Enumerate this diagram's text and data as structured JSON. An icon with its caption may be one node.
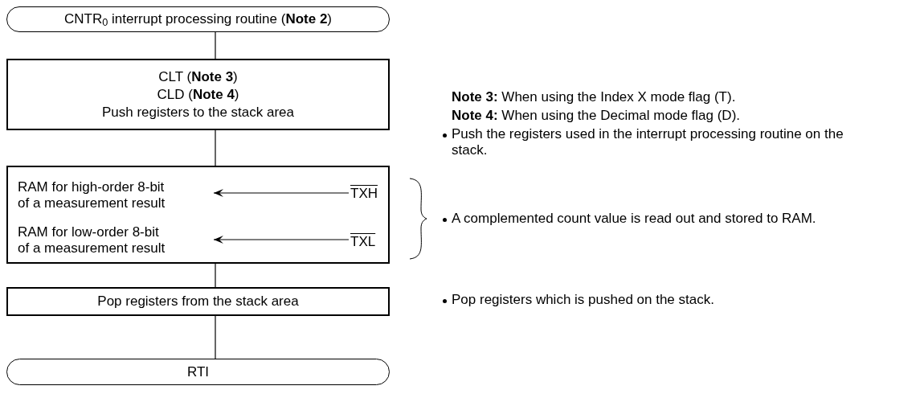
{
  "diagram": {
    "nodes": [
      {
        "text": [
          "CNTR$_{0}$ interrupt processing routine (**Note 2**)"
        ]
      },
      {
        "text": [
          "CLT (**Note 3**)",
          "CLD (**Note 4**)",
          "Push registers to the stack area"
        ]
      },
      {
        "text": [],
        "shape": "box"
      },
      {
        "text": [
          "RAM for high-order 8-bit of a measurement result"
        ],
        "in": 2
      },
      {
        "text": [
          "TXH"
        ],
        "in": 2
      },
      {
        "text": [
          "RAM for low-order 8-bit of a measurement result"
        ],
        "in": 2
      },
      {
        "text": [
          "TXL"
        ],
        "in": 2
      },
      {
        "text": [
          "Pop registers from the stack area"
        ]
      },
      {
        "text": [
          "RTI"
        ]
      }
    ],
    "edges": [
      {
        "from": 0,
        "to": 1,
        "arrow": "none"
      },
      {
        "from": 1,
        "to": 2,
        "arrow": "none"
      },
      {
        "from": 2,
        "to": 7,
        "arrow": "none"
      },
      {
        "from": 7,
        "to": 8,
        "arrow": "none"
      },
      {
        "from": 4,
        "to": 3,
        "arrow": "to"
      },
      {
        "from": 6,
        "to": 5,
        "arrow": "to"
      }
    ],
    "labels": [
      "**Note 3:** When using the Index X mode flag (T).",
      "**Note 4:** When using the Decimal mode flag (D).",
      "Push the registers used in the interrupt processing routine on the stack.",
      "A complemented count value is read out and stored to RAM.",
      "Pop registers which is pushed on the stack."
    ]
  }
}
